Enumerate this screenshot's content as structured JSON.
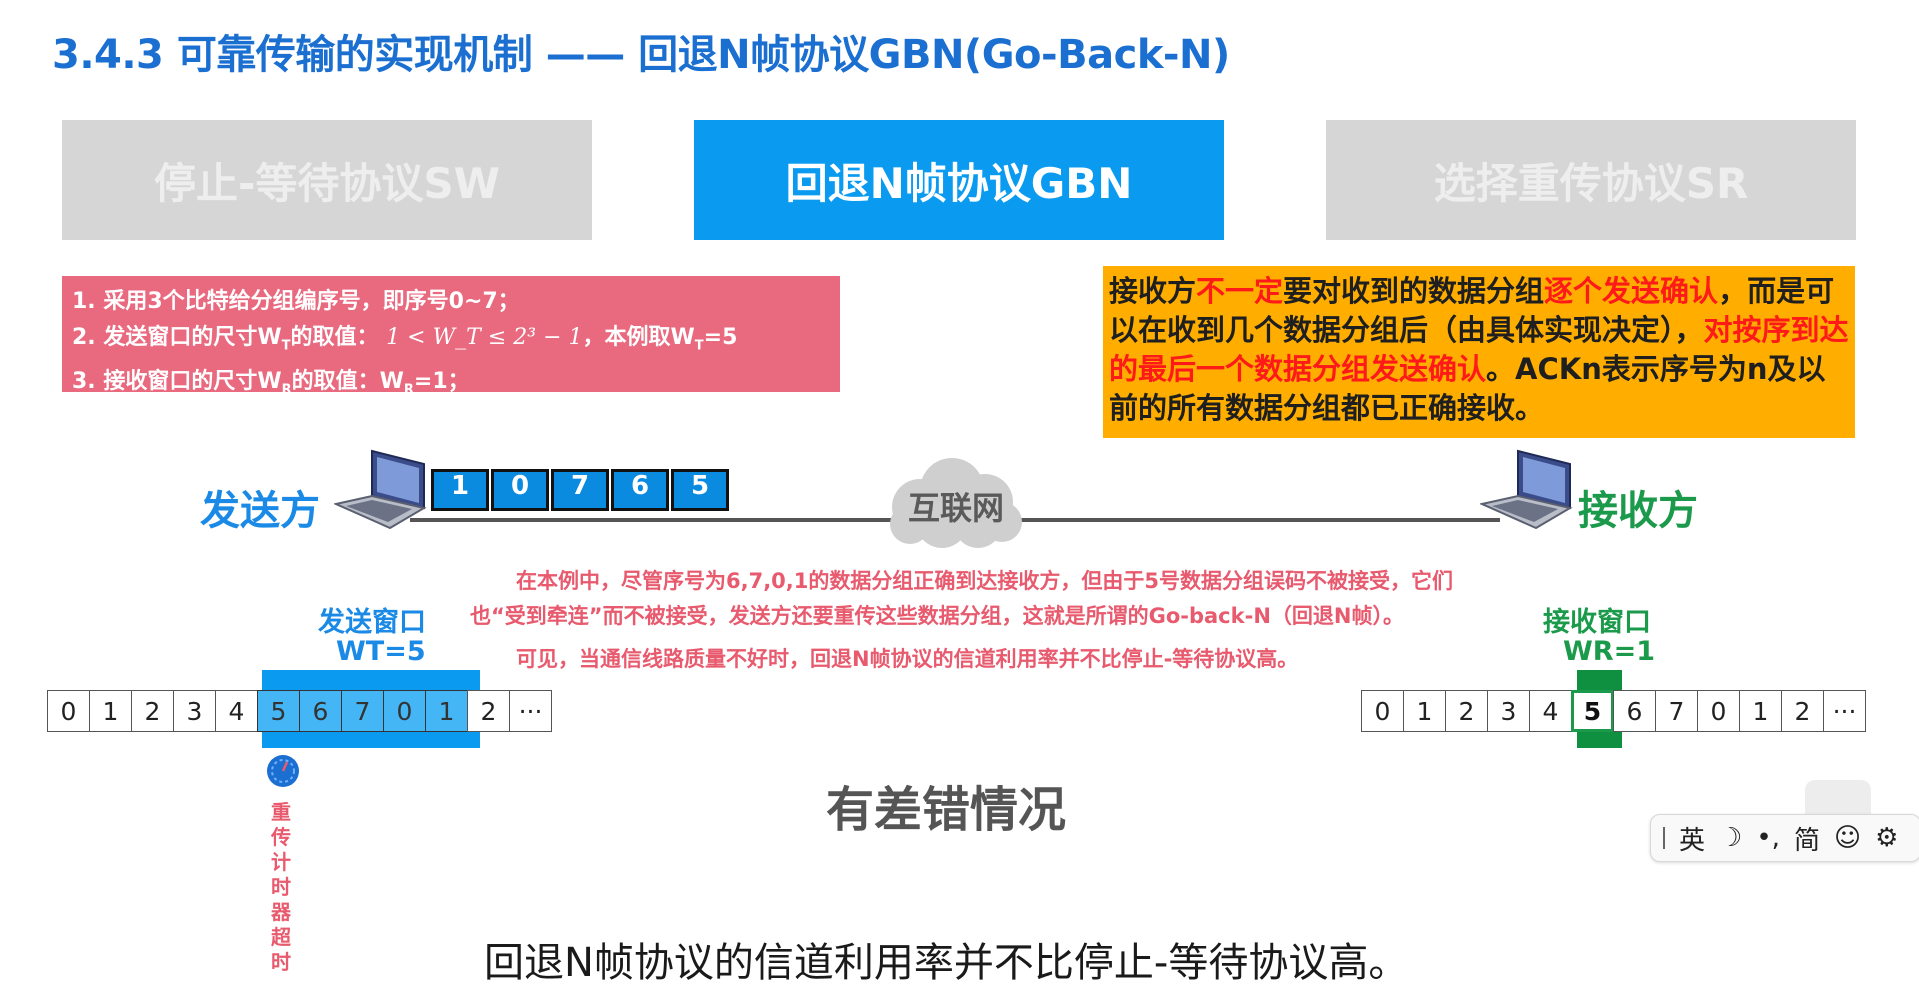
{
  "slide": {
    "title": "3.4.3 可靠传输的实现机制 —— 回退N帧协议GBN(Go-Back-N)",
    "tabs": [
      {
        "label": "停止-等待协议SW",
        "active": false
      },
      {
        "label": "回退N帧协议GBN",
        "active": true
      },
      {
        "label": "选择重传协议SR",
        "active": false
      }
    ],
    "rules": {
      "line1": "1. 采用3个比特给分组编序号，即序号0~7；",
      "line2_prefix": "2. 发送窗口的尺寸W",
      "line2_sub": "T",
      "line2_mid": "的取值：",
      "line2_formula": "1 < W_T ≤ 2³ − 1",
      "line2_suffix": "，本例取W",
      "line2_suffix_sub": "T",
      "line2_end": "=5",
      "line3_prefix": "3. 接收窗口的尺寸W",
      "line3_sub": "R",
      "line3_mid": "的取值：W",
      "line3_sub2": "R",
      "line3_end": "=1；"
    },
    "note": {
      "p1": "接收方",
      "p2": "不一定",
      "p3": "要对收到的数据分组",
      "p4": "逐个发送确认",
      "p5": "，而是可以在收到几个数据分组后（由具体实现决定），",
      "p6": "对按序到达的最后一个数据分组发送确认",
      "p7": "。ACKn表示序号为n及以前的所有数据分组都已正确接收。"
    },
    "sender_label": "发送方",
    "receiver_label": "接收方",
    "cloud_label": "互联网",
    "packets": [
      "1",
      "0",
      "7",
      "6",
      "5"
    ],
    "explanation": {
      "line1": "在本例中，尽管序号为6,7,0,1的数据分组正确到达接收方，但由于5号数据分组误码不被接受，它们",
      "line2": "也“受到牵连”而不被接受，发送方还要重传这些数据分组，这就是所谓的Go-back-N（回退N帧）。",
      "line3": "可见，当通信线路质量不好时，回退N帧协议的信道利用率并不比停止-等待协议高。"
    },
    "send_window": {
      "label": "发送窗口",
      "size_label": "WT=5"
    },
    "recv_window": {
      "label": "接收窗口",
      "size_label": "WR=1"
    },
    "send_seq": [
      "0",
      "1",
      "2",
      "3",
      "4",
      "5",
      "6",
      "7",
      "0",
      "1",
      "2",
      "···"
    ],
    "recv_seq": [
      "0",
      "1",
      "2",
      "3",
      "4",
      "5",
      "6",
      "7",
      "0",
      "1",
      "2",
      "···"
    ],
    "timer_label": "重传计时器超时",
    "error_case": "有差错情况",
    "subtitle": "回退N帧协议的信道利用率并不比停止-等待协议高。"
  },
  "ime": {
    "items": [
      "英",
      "☽",
      "•,",
      "简",
      "☺",
      "⚙"
    ]
  },
  "colors": {
    "title_blue": "#1a6fd1",
    "active_tab": "#0a9bf0",
    "inactive_tab": "#d6d6d6",
    "rules_bg": "#e9697f",
    "note_bg": "#ffae00",
    "note_highlight": "#ff1a1a",
    "sender_blue": "#1a8ae6",
    "receiver_green": "#1a9a4a"
  }
}
